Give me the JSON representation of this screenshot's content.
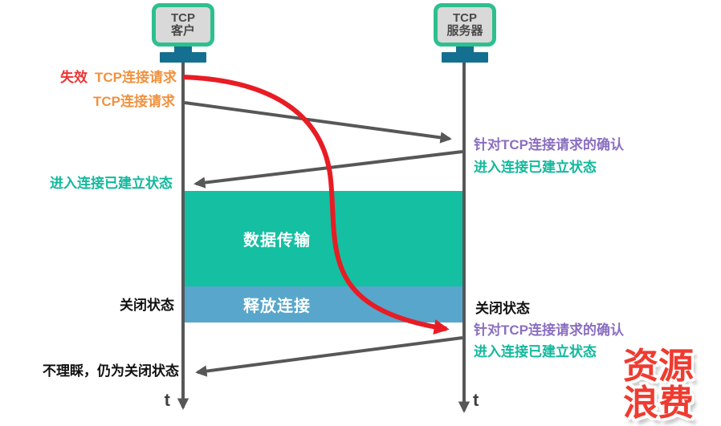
{
  "colors": {
    "orange": "#f0923f",
    "purple": "#8a6ec0",
    "teal": "#12b99c",
    "line-red": "#e81c24",
    "waste-red": "#ef3b30",
    "box-green": "#14bfa2",
    "box-blue": "#58a6cb",
    "line-gray": "#575757",
    "monitor-green": "#2dc08d",
    "stand-teal": "#156f90",
    "badge-red": "#ee3333"
  },
  "client": {
    "monitor_label": "TCP\n客户",
    "time_axis_label": "t"
  },
  "server": {
    "monitor_label": "TCP\n服务器",
    "time_axis_label": "t"
  },
  "messages": {
    "invalid_badge": "失效",
    "first_request": "TCP连接请求",
    "second_request": "TCP连接请求",
    "client_established": "进入连接已建立状态",
    "client_closed": "关闭状态",
    "client_ignore": "不理睬，仍为关闭状态",
    "server_ack_top": "针对TCP连接请求的确认",
    "server_established_top": "进入连接已建立状态",
    "server_closed": "关闭状态",
    "server_ack_bottom": "针对TCP连接请求的确认",
    "server_established_bottom": "进入连接已建立状态"
  },
  "phases": {
    "data_transfer": "数据传输",
    "release_connection": "释放连接"
  },
  "annotation": {
    "waste_label": "资源\n浪费"
  }
}
